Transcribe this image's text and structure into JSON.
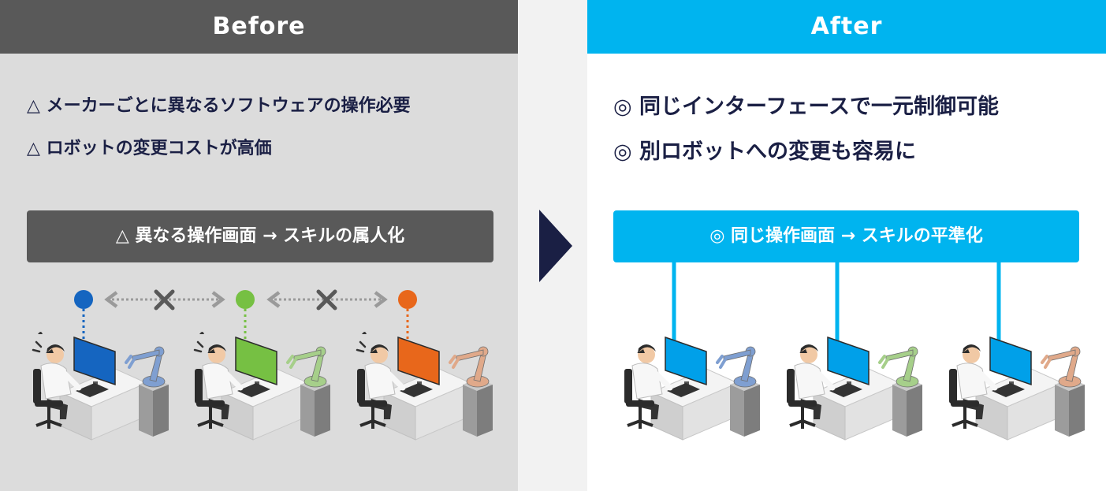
{
  "before": {
    "title": "Before",
    "points": [
      "△ メーカーごとに異なるソフトウェアの操作必要",
      "△ ロボットの変更コストが高価"
    ],
    "bar_label": "△ 異なる操作画面 → スキルの属人化",
    "stations": [
      {
        "screen_color": "#1565c0",
        "robot_color": "#7f9fd1"
      },
      {
        "screen_color": "#76c043",
        "robot_color": "#a6cf8a"
      },
      {
        "screen_color": "#e8671b",
        "robot_color": "#e0a98a"
      }
    ]
  },
  "after": {
    "title": "After",
    "points": [
      "◎ 同じインターフェースで一元制御可能",
      "◎ 別ロボットへの変更も容易に"
    ],
    "bar_label": "◎ 同じ操作画面 → スキルの平準化",
    "stations": [
      {
        "screen_color": "#00a0e9",
        "robot_color": "#7f9fd1"
      },
      {
        "screen_color": "#00a0e9",
        "robot_color": "#a6cf8a"
      },
      {
        "screen_color": "#00a0e9",
        "robot_color": "#e0a98a"
      }
    ]
  },
  "colors": {
    "before_header": "#595959",
    "after_header": "#00b4ef",
    "text_navy": "#1a1f44",
    "arrow": "#1a1f44"
  },
  "icons": [
    "cross-icon",
    "dotted-double-arrow-icon",
    "chevron-right-icon",
    "worker-icon",
    "robot-arm-icon"
  ]
}
